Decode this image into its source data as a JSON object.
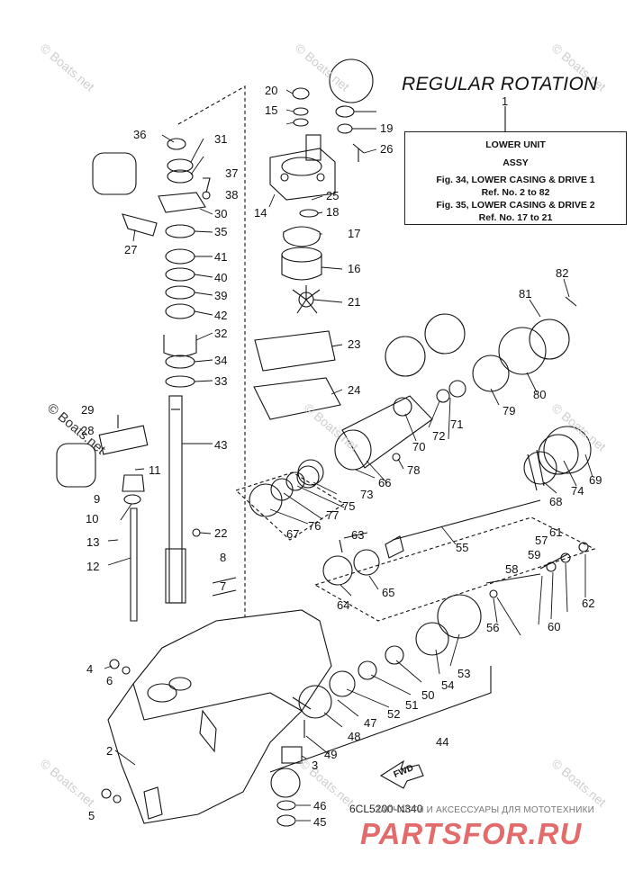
{
  "diagram": {
    "title": "REGULAR ROTATION",
    "info_box_callout": "1",
    "info_box": {
      "line1": "LOWER UNIT",
      "line2": "ASSY",
      "line3": "Fig. 34, LOWER CASING & DRIVE 1",
      "line4": "Ref. No. 2 to 82",
      "line5": "Fig. 35, LOWER CASING & DRIVE 2",
      "line6": "Ref. No. 17 to 21"
    },
    "figure_code": "6CL5200-N340",
    "fwd_label": "FWD",
    "watermark": "© Boats.net",
    "shop_caption": "ЗАПЧАСТИ И АКСЕССУАРЫ ДЛЯ МОТОТЕХНИКИ",
    "shop_logo": "PARTSFOR.RU",
    "part_numbers": [
      "2",
      "3",
      "4",
      "5",
      "6",
      "7",
      "8",
      "9",
      "10",
      "11",
      "12",
      "13",
      "14",
      "15",
      "16",
      "17",
      "18",
      "19",
      "20",
      "21",
      "22",
      "23",
      "24",
      "25",
      "26",
      "27",
      "28",
      "29",
      "30",
      "31",
      "32",
      "33",
      "34",
      "35",
      "36",
      "37",
      "38",
      "39",
      "40",
      "41",
      "42",
      "43",
      "44",
      "45",
      "46",
      "47",
      "48",
      "49",
      "50",
      "51",
      "52",
      "53",
      "54",
      "55",
      "56",
      "57",
      "58",
      "59",
      "60",
      "61",
      "62",
      "63",
      "64",
      "65",
      "66",
      "67",
      "68",
      "69",
      "70",
      "71",
      "72",
      "73",
      "74",
      "75",
      "76",
      "77",
      "78",
      "79",
      "80",
      "81",
      "82"
    ]
  },
  "colors": {
    "ink": "#111111",
    "watermark": "#cfcfcf",
    "logo": "#e36b6b"
  }
}
